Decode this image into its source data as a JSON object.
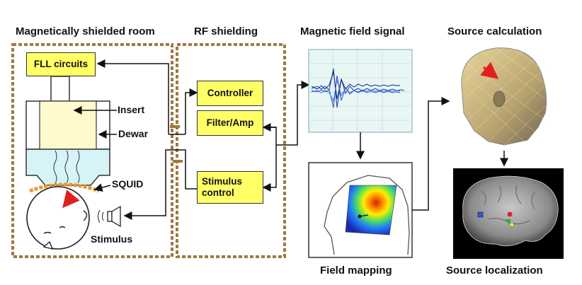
{
  "titles": {
    "shielded_room": "Magnetically shielded room",
    "rf_shielding": "RF shielding",
    "magnetic_signal": "Magnetic field signal",
    "source_calc": "Source calculation",
    "field_mapping": "Field mapping",
    "source_localization": "Source localization"
  },
  "blocks": {
    "fll": "FLL circuits",
    "controller": "Controller",
    "filter": "Filter/Amp",
    "stimulus_control": "Stimulus control"
  },
  "labels": {
    "insert": "Insert",
    "dewar": "Dewar",
    "squid": "SQUID",
    "stimulus": "Stimulus"
  },
  "colors": {
    "block_fill": "#ffff66",
    "shield_border": "#a07840",
    "insert_fill": "#fffacd",
    "dewar_fill": "#d6f3f6",
    "squid_arc": "#e89a2a",
    "arrow_red": "#e02020"
  }
}
